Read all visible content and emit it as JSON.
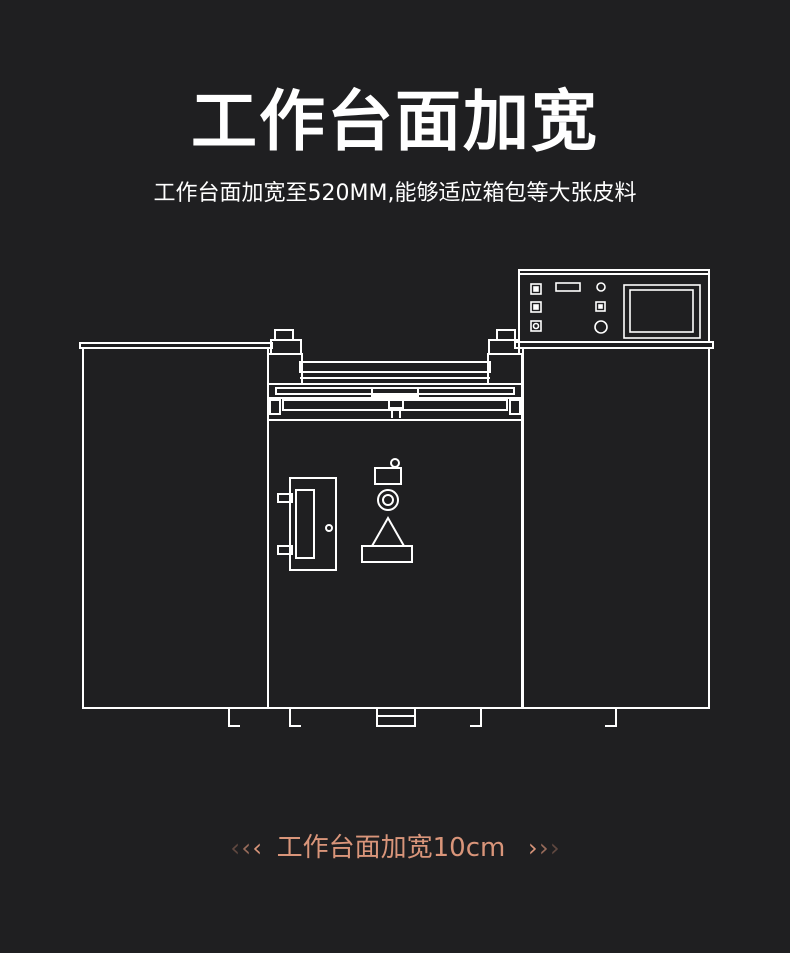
{
  "title": "工作台面加宽",
  "subtitle": "工作台面加宽至520MM,能够适应箱包等大张皮料",
  "caption": {
    "text": "工作台面加宽10cm",
    "left_arrows": [
      "‹",
      "‹",
      "‹"
    ],
    "right_arrows": [
      "›",
      "›",
      "›"
    ],
    "color": "#d9957a"
  },
  "colors": {
    "background": "#1f1f21",
    "line": "#ffffff"
  }
}
